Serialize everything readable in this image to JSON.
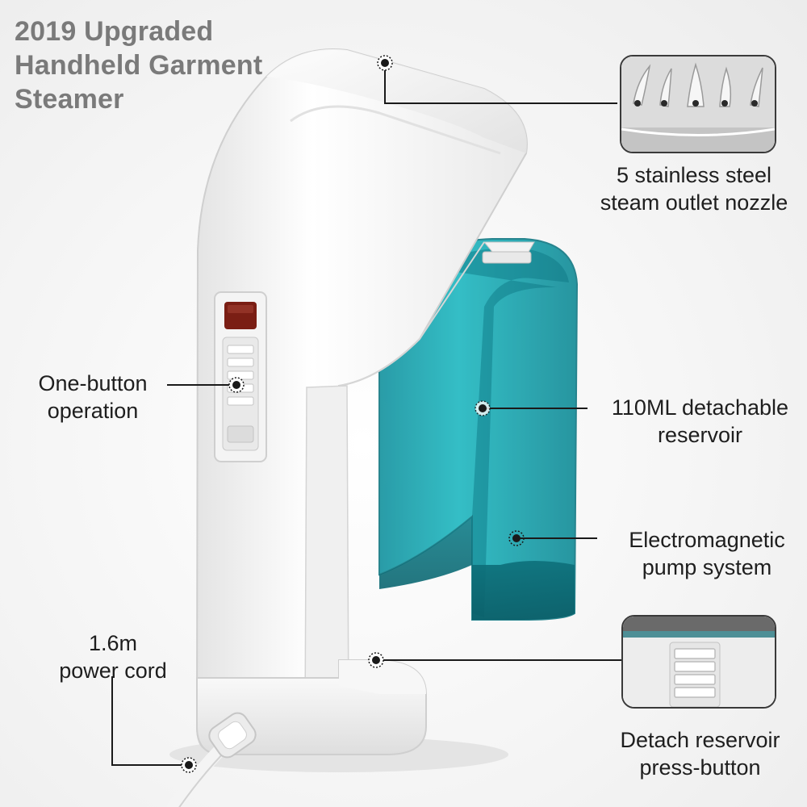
{
  "title": {
    "lines": [
      "2019 Upgraded",
      "Handheld Garment",
      "Steamer"
    ],
    "color": "#7a7a7a"
  },
  "callouts": {
    "nozzle": {
      "lines": [
        "5 stainless steel",
        "steam outlet nozzle"
      ]
    },
    "button": {
      "lines": [
        "One-button",
        "operation"
      ]
    },
    "reservoir": {
      "lines": [
        "110ML detachable",
        "reservoir"
      ]
    },
    "pump": {
      "lines": [
        "Electromagnetic",
        "pump system"
      ]
    },
    "cord": {
      "lines": [
        "1.6m",
        "power cord"
      ]
    },
    "release": {
      "lines": [
        "Detach reservoir",
        "press-button"
      ]
    }
  },
  "colors": {
    "reservoir_teal": "#12a3ad",
    "body_white": "#f7f7f7",
    "indicator_red": "#7a1e14",
    "callout_line": "#1a1a1a"
  }
}
